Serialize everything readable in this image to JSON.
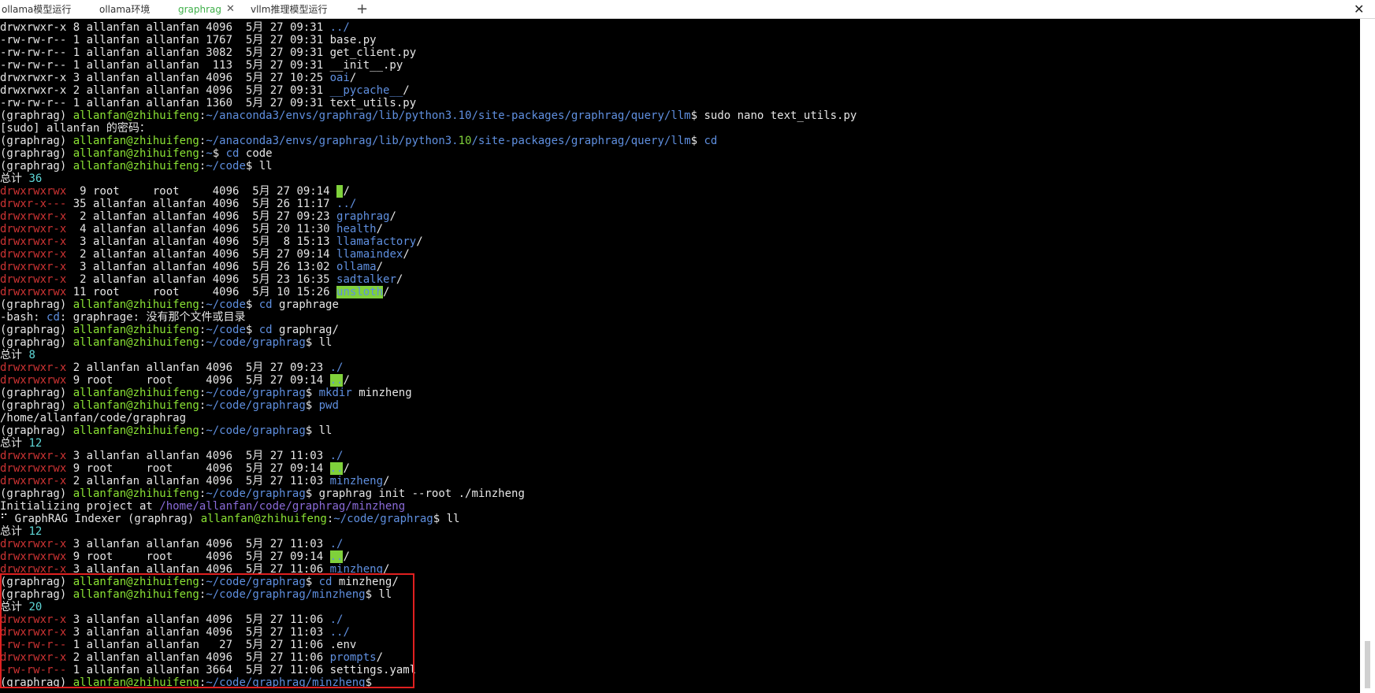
{
  "tabs": [
    {
      "label": "ollama模型运行"
    },
    {
      "label": "ollama环境"
    },
    {
      "label": "graphrag",
      "active": true
    },
    {
      "label": "vllm推理模型运行"
    }
  ],
  "tabbar": {
    "close_glyph": "✕",
    "new_tab_glyph": "+",
    "window_close_glyph": "✕"
  },
  "colors": {
    "text": "#e6e6e6",
    "green": "#8ae234",
    "blue": "#5f8fdf",
    "red": "#cc3333",
    "cyan": "#5fd7d7",
    "lime": "#7fd13b",
    "purple": "#8a6bd8",
    "highlight_border": "#e02020"
  },
  "lines": [
    [
      {
        "t": "drwxrwxr-x 8 allanfan allanfan 4096  5月 27 09:31 ",
        "c": "text"
      },
      {
        "t": "../",
        "c": "blue"
      }
    ],
    [
      {
        "t": "-rw-rw-r-- 1 allanfan allanfan 1767  5月 27 09:31 base.py",
        "c": "text"
      }
    ],
    [
      {
        "t": "-rw-rw-r-- 1 allanfan allanfan 3082  5月 27 09:31 get_client.py",
        "c": "text"
      }
    ],
    [
      {
        "t": "-rw-rw-r-- 1 allanfan allanfan  113  5月 27 09:31 __init__.py",
        "c": "text"
      }
    ],
    [
      {
        "t": "drwxrwxr-x 3 allanfan allanfan 4096  5月 27 10:25 ",
        "c": "text"
      },
      {
        "t": "oai",
        "c": "blue"
      },
      {
        "t": "/",
        "c": "text"
      }
    ],
    [
      {
        "t": "drwxrwxr-x 2 allanfan allanfan 4096  5月 27 09:31 ",
        "c": "text"
      },
      {
        "t": "__pycache__",
        "c": "blue"
      },
      {
        "t": "/",
        "c": "text"
      }
    ],
    [
      {
        "t": "-rw-rw-r-- 1 allanfan allanfan 1360  5月 27 09:31 text_utils.py",
        "c": "text"
      }
    ],
    [
      {
        "t": "(graphrag) ",
        "c": "text"
      },
      {
        "t": "allanfan@zhihuifeng",
        "c": "green"
      },
      {
        "t": ":",
        "c": "text"
      },
      {
        "t": "~/anaconda3/envs/graphrag/lib/python3.10/site-packages/graphrag/query/llm",
        "c": "blue"
      },
      {
        "t": "$ sudo nano text_utils.py",
        "c": "text"
      }
    ],
    [
      {
        "t": "[sudo] allanfan 的密码：",
        "c": "text"
      }
    ],
    [
      {
        "t": "(graphrag) ",
        "c": "text"
      },
      {
        "t": "allanfan@zhihuifeng",
        "c": "green"
      },
      {
        "t": ":",
        "c": "text"
      },
      {
        "t": "~/anaconda3/envs/graphrag/lib/python3.",
        "c": "blue"
      },
      {
        "t": "10",
        "c": "lime"
      },
      {
        "t": "/site-packages/graphrag/query/llm",
        "c": "blue"
      },
      {
        "t": "$ ",
        "c": "text"
      },
      {
        "t": "cd",
        "c": "blue"
      }
    ],
    [
      {
        "t": "(graphrag) ",
        "c": "text"
      },
      {
        "t": "allanfan@zhihuifeng",
        "c": "green"
      },
      {
        "t": ":",
        "c": "text"
      },
      {
        "t": "~",
        "c": "blue"
      },
      {
        "t": "$ ",
        "c": "text"
      },
      {
        "t": "cd",
        "c": "blue"
      },
      {
        "t": " code",
        "c": "text"
      }
    ],
    [
      {
        "t": "(graphrag) ",
        "c": "text"
      },
      {
        "t": "allanfan@zhihuifeng",
        "c": "green"
      },
      {
        "t": ":",
        "c": "text"
      },
      {
        "t": "~/code",
        "c": "blue"
      },
      {
        "t": "$ ll",
        "c": "text"
      }
    ],
    [
      {
        "t": "总计 ",
        "c": "text"
      },
      {
        "t": "36",
        "c": "cyan"
      }
    ],
    [
      {
        "t": "drwxrwxrwx",
        "c": "red"
      },
      {
        "t": "  9 root     root     4096  5月 27 09:14 ",
        "c": "text"
      },
      {
        "t": " ",
        "c": "text",
        "bg": "#7fd13b"
      },
      {
        "t": "/",
        "c": "text"
      }
    ],
    [
      {
        "t": "drwxr-x---",
        "c": "red"
      },
      {
        "t": " 35 allanfan allanfan 4096  5月 26 11:17 ",
        "c": "text"
      },
      {
        "t": "../",
        "c": "blue"
      }
    ],
    [
      {
        "t": "drwxrwxr-x",
        "c": "red"
      },
      {
        "t": "  2 allanfan allanfan 4096  5月 27 09:23 ",
        "c": "text"
      },
      {
        "t": "graphrag",
        "c": "blue"
      },
      {
        "t": "/",
        "c": "text"
      }
    ],
    [
      {
        "t": "drwxrwxr-x",
        "c": "red"
      },
      {
        "t": "  4 allanfan allanfan 4096  5月 20 11:30 ",
        "c": "text"
      },
      {
        "t": "health",
        "c": "blue"
      },
      {
        "t": "/",
        "c": "text"
      }
    ],
    [
      {
        "t": "drwxrwxr-x",
        "c": "red"
      },
      {
        "t": "  3 allanfan allanfan 4096  5月  8 15:13 ",
        "c": "text"
      },
      {
        "t": "llamafactory",
        "c": "blue"
      },
      {
        "t": "/",
        "c": "text"
      }
    ],
    [
      {
        "t": "drwxrwxr-x",
        "c": "red"
      },
      {
        "t": "  2 allanfan allanfan 4096  5月 27 09:14 ",
        "c": "text"
      },
      {
        "t": "llamaindex",
        "c": "blue"
      },
      {
        "t": "/",
        "c": "text"
      }
    ],
    [
      {
        "t": "drwxrwxr-x",
        "c": "red"
      },
      {
        "t": "  3 allanfan allanfan 4096  5月 26 13:02 ",
        "c": "text"
      },
      {
        "t": "ollama",
        "c": "blue"
      },
      {
        "t": "/",
        "c": "text"
      }
    ],
    [
      {
        "t": "drwxrwxr-x",
        "c": "red"
      },
      {
        "t": "  2 allanfan allanfan 4096  5月 23 16:35 ",
        "c": "text"
      },
      {
        "t": "sadtalker",
        "c": "blue"
      },
      {
        "t": "/",
        "c": "text"
      }
    ],
    [
      {
        "t": "drwxrwxrwx",
        "c": "red"
      },
      {
        "t": " 11 root     root     4096  5月 10 15:26 ",
        "c": "text"
      },
      {
        "t": "unsloth",
        "c": "blue",
        "bg": "#7fd13b"
      },
      {
        "t": "/",
        "c": "text"
      }
    ],
    [
      {
        "t": "(graphrag) ",
        "c": "text"
      },
      {
        "t": "allanfan@zhihuifeng",
        "c": "green"
      },
      {
        "t": ":",
        "c": "text"
      },
      {
        "t": "~/code",
        "c": "blue"
      },
      {
        "t": "$ ",
        "c": "text"
      },
      {
        "t": "cd",
        "c": "blue"
      },
      {
        "t": " graphrage",
        "c": "text"
      }
    ],
    [
      {
        "t": "-bash: ",
        "c": "text"
      },
      {
        "t": "cd",
        "c": "blue"
      },
      {
        "t": ": graphrage: 没有那个文件或目录",
        "c": "text"
      }
    ],
    [
      {
        "t": "(graphrag) ",
        "c": "text"
      },
      {
        "t": "allanfan@zhihuifeng",
        "c": "green"
      },
      {
        "t": ":",
        "c": "text"
      },
      {
        "t": "~/code",
        "c": "blue"
      },
      {
        "t": "$ ",
        "c": "text"
      },
      {
        "t": "cd",
        "c": "blue"
      },
      {
        "t": " graphrag/",
        "c": "text"
      }
    ],
    [
      {
        "t": "(graphrag) ",
        "c": "text"
      },
      {
        "t": "allanfan@zhihuifeng",
        "c": "green"
      },
      {
        "t": ":",
        "c": "text"
      },
      {
        "t": "~/code/graphrag",
        "c": "blue"
      },
      {
        "t": "$ ll",
        "c": "text"
      }
    ],
    [
      {
        "t": "总计 ",
        "c": "text"
      },
      {
        "t": "8",
        "c": "cyan"
      }
    ],
    [
      {
        "t": "drwxrwxr-x",
        "c": "red"
      },
      {
        "t": " 2 allanfan allanfan 4096  5月 27 09:23 ",
        "c": "text"
      },
      {
        "t": "./",
        "c": "blue"
      }
    ],
    [
      {
        "t": "drwxrwxrwx",
        "c": "red"
      },
      {
        "t": " 9 root     root     4096  5月 27 09:14 ",
        "c": "text"
      },
      {
        "t": "..",
        "c": "blue",
        "bg": "#7fd13b"
      },
      {
        "t": "/",
        "c": "text"
      }
    ],
    [
      {
        "t": "(graphrag) ",
        "c": "text"
      },
      {
        "t": "allanfan@zhihuifeng",
        "c": "green"
      },
      {
        "t": ":",
        "c": "text"
      },
      {
        "t": "~/code/graphrag",
        "c": "blue"
      },
      {
        "t": "$ ",
        "c": "text"
      },
      {
        "t": "mkdir",
        "c": "blue"
      },
      {
        "t": " minzheng",
        "c": "text"
      }
    ],
    [
      {
        "t": "(graphrag) ",
        "c": "text"
      },
      {
        "t": "allanfan@zhihuifeng",
        "c": "green"
      },
      {
        "t": ":",
        "c": "text"
      },
      {
        "t": "~/code/graphrag",
        "c": "blue"
      },
      {
        "t": "$ ",
        "c": "text"
      },
      {
        "t": "pwd",
        "c": "blue"
      }
    ],
    [
      {
        "t": "/home/allanfan/code/graphrag",
        "c": "text"
      }
    ],
    [
      {
        "t": "(graphrag) ",
        "c": "text"
      },
      {
        "t": "allanfan@zhihuifeng",
        "c": "green"
      },
      {
        "t": ":",
        "c": "text"
      },
      {
        "t": "~/code/graphrag",
        "c": "blue"
      },
      {
        "t": "$ ll",
        "c": "text"
      }
    ],
    [
      {
        "t": "总计 ",
        "c": "text"
      },
      {
        "t": "12",
        "c": "cyan"
      }
    ],
    [
      {
        "t": "drwxrwxr-x",
        "c": "red"
      },
      {
        "t": " 3 allanfan allanfan 4096  5月 27 11:03 ",
        "c": "text"
      },
      {
        "t": "./",
        "c": "blue"
      }
    ],
    [
      {
        "t": "drwxrwxrwx",
        "c": "red"
      },
      {
        "t": " 9 root     root     4096  5月 27 09:14 ",
        "c": "text"
      },
      {
        "t": "..",
        "c": "blue",
        "bg": "#7fd13b"
      },
      {
        "t": "/",
        "c": "text"
      }
    ],
    [
      {
        "t": "drwxrwxr-x",
        "c": "red"
      },
      {
        "t": " 2 allanfan allanfan 4096  5月 27 11:03 ",
        "c": "text"
      },
      {
        "t": "minzheng",
        "c": "blue"
      },
      {
        "t": "/",
        "c": "text"
      }
    ],
    [
      {
        "t": "(graphrag) ",
        "c": "text"
      },
      {
        "t": "allanfan@zhihuifeng",
        "c": "green"
      },
      {
        "t": ":",
        "c": "text"
      },
      {
        "t": "~/code/graphrag",
        "c": "blue"
      },
      {
        "t": "$ graphrag init --root ./minzheng",
        "c": "text"
      }
    ],
    [
      {
        "t": "Initializing project at ",
        "c": "text"
      },
      {
        "t": "/home/allanfan/code/graphrag/",
        "c": "purple"
      },
      {
        "t": "minzheng",
        "c": "purple"
      }
    ],
    [
      {
        "t": "⠋ GraphRAG Indexer (graphrag) ",
        "c": "text"
      },
      {
        "t": "allanfan@zhihuifeng",
        "c": "green"
      },
      {
        "t": ":",
        "c": "text"
      },
      {
        "t": "~/code/graphrag",
        "c": "blue"
      },
      {
        "t": "$ ll",
        "c": "text"
      }
    ],
    [
      {
        "t": "总计 ",
        "c": "text"
      },
      {
        "t": "12",
        "c": "cyan"
      }
    ],
    [
      {
        "t": "drwxrwxr-x",
        "c": "red"
      },
      {
        "t": " 3 allanfan allanfan 4096  5月 27 11:03 ",
        "c": "text"
      },
      {
        "t": "./",
        "c": "blue"
      }
    ],
    [
      {
        "t": "drwxrwxrwx",
        "c": "red"
      },
      {
        "t": " 9 root     root     4096  5月 27 09:14 ",
        "c": "text"
      },
      {
        "t": "..",
        "c": "blue",
        "bg": "#7fd13b"
      },
      {
        "t": "/",
        "c": "text"
      }
    ],
    [
      {
        "t": "drwxrwxr-x",
        "c": "red"
      },
      {
        "t": " 3 allanfan allanfan 4096  5月 27 11:06 ",
        "c": "text"
      },
      {
        "t": "minzheng",
        "c": "blue"
      },
      {
        "t": "/",
        "c": "text"
      }
    ],
    [
      {
        "t": "(graphrag) ",
        "c": "text"
      },
      {
        "t": "allanfan@zhihuifeng",
        "c": "green"
      },
      {
        "t": ":",
        "c": "text"
      },
      {
        "t": "~/code/graphrag",
        "c": "blue"
      },
      {
        "t": "$ ",
        "c": "text"
      },
      {
        "t": "cd",
        "c": "blue"
      },
      {
        "t": " minzheng/",
        "c": "text"
      }
    ],
    [
      {
        "t": "(graphrag) ",
        "c": "text"
      },
      {
        "t": "allanfan@zhihuifeng",
        "c": "green"
      },
      {
        "t": ":",
        "c": "text"
      },
      {
        "t": "~/code/graphrag/minzheng",
        "c": "blue"
      },
      {
        "t": "$ ll",
        "c": "text"
      }
    ],
    [
      {
        "t": "总计 ",
        "c": "text"
      },
      {
        "t": "20",
        "c": "cyan"
      }
    ],
    [
      {
        "t": "drwxrwxr-x",
        "c": "red"
      },
      {
        "t": " 3 allanfan allanfan 4096  5月 27 11:06 ",
        "c": "text"
      },
      {
        "t": "./",
        "c": "blue"
      }
    ],
    [
      {
        "t": "drwxrwxr-x",
        "c": "red"
      },
      {
        "t": " 3 allanfan allanfan 4096  5月 27 11:03 ",
        "c": "text"
      },
      {
        "t": "../",
        "c": "blue"
      }
    ],
    [
      {
        "t": "-rw-rw-r--",
        "c": "red"
      },
      {
        "t": " 1 allanfan allanfan   27  5月 27 11:06 .env",
        "c": "text"
      }
    ],
    [
      {
        "t": "drwxrwxr-x",
        "c": "red"
      },
      {
        "t": " 2 allanfan allanfan 4096  5月 27 11:06 ",
        "c": "text"
      },
      {
        "t": "prompts",
        "c": "blue"
      },
      {
        "t": "/",
        "c": "text"
      }
    ],
    [
      {
        "t": "-rw-rw-r--",
        "c": "red"
      },
      {
        "t": " 1 allanfan allanfan 3664  5月 27 11:06 settings.yaml",
        "c": "text"
      }
    ],
    [
      {
        "t": "(graphrag) ",
        "c": "text"
      },
      {
        "t": "allanfan@zhihuifeng",
        "c": "green"
      },
      {
        "t": ":",
        "c": "text"
      },
      {
        "t": "~/code/graphrag/minzheng",
        "c": "blue"
      },
      {
        "t": "$ ",
        "c": "text"
      }
    ]
  ]
}
